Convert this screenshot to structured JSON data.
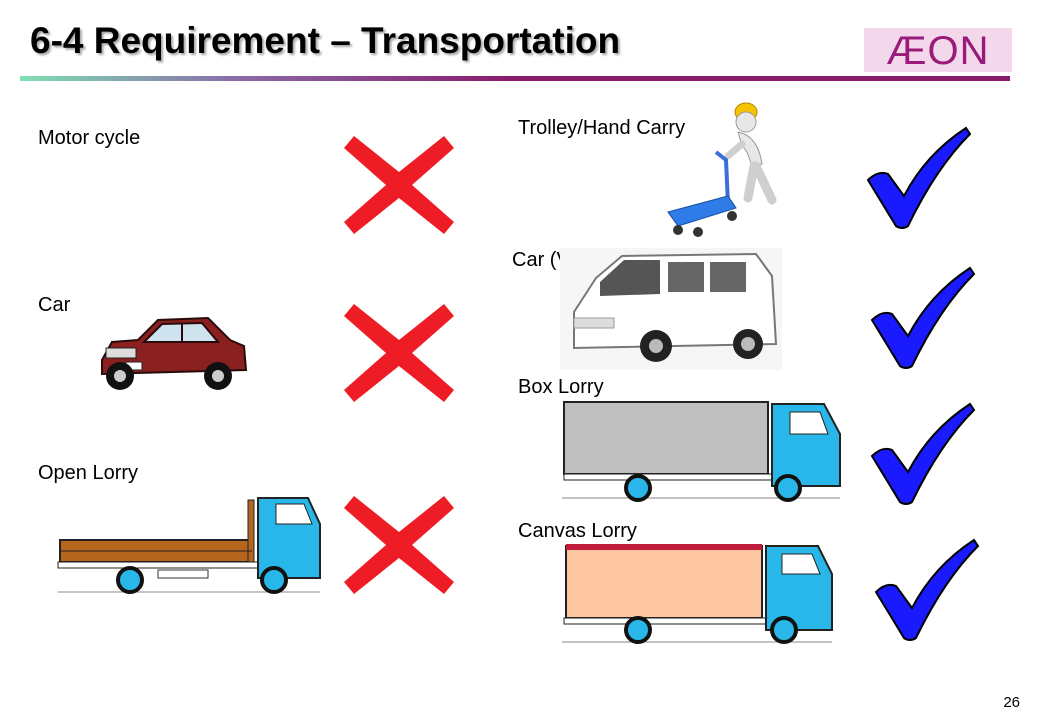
{
  "slide": {
    "title": "6-4 Requirement – Transportation",
    "logo_text": "ÆON",
    "page_number": "26"
  },
  "not_allowed": [
    {
      "label": "Motor cycle",
      "mark": "cross-icon",
      "color": "#ee1c25"
    },
    {
      "label": "Car",
      "mark": "cross-icon",
      "color": "#ee1c25"
    },
    {
      "label": "Open Lorry",
      "mark": "cross-icon",
      "color": "#ee1c25"
    }
  ],
  "allowed": [
    {
      "label": "Trolley/Hand Carry",
      "mark": "check-icon",
      "color": "#1a1aff"
    },
    {
      "label": "Car (VAN)",
      "mark": "check-icon",
      "color": "#1a1aff"
    },
    {
      "label": "Box Lorry",
      "mark": "check-icon",
      "color": "#1a1aff"
    },
    {
      "label": "Canvas Lorry",
      "mark": "check-icon",
      "color": "#1a1aff"
    }
  ],
  "colors": {
    "brand": "#9a1a7a",
    "truck_cab": "#29b6e8",
    "cross": "#ee1c25",
    "check": "#1a1aff"
  }
}
